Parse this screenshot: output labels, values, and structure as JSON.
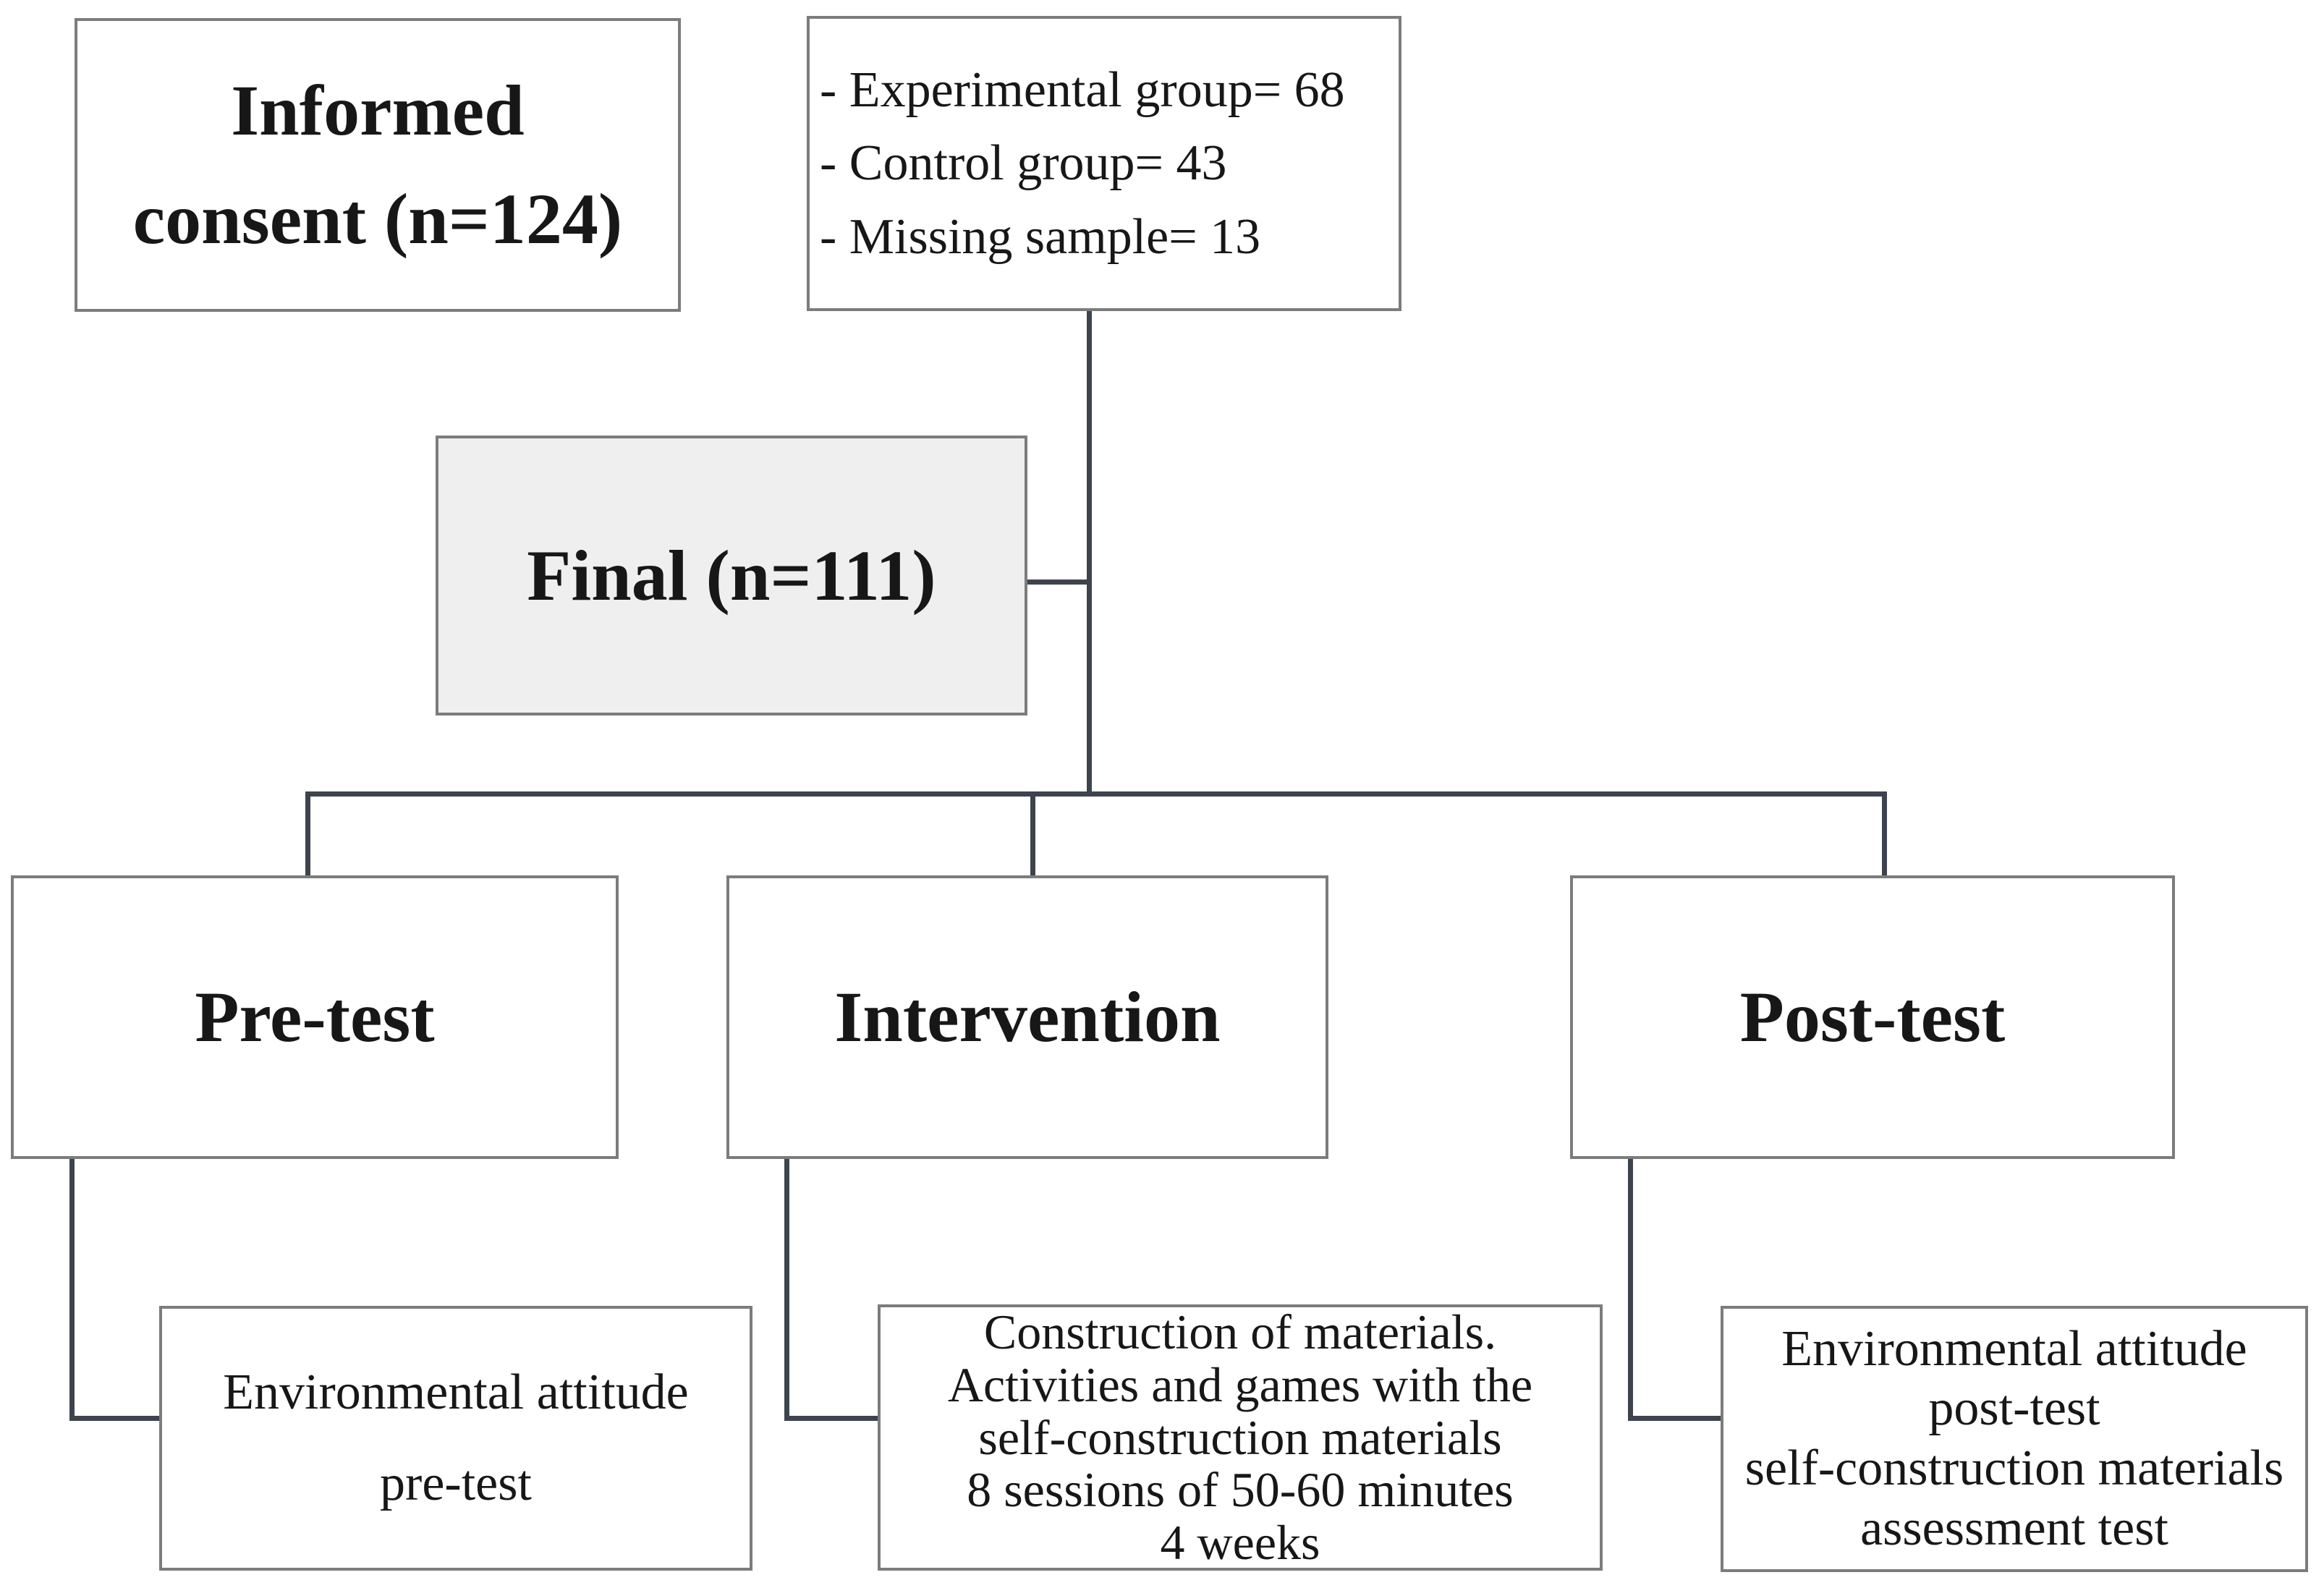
{
  "boxes": {
    "informed_consent": {
      "lines": [
        "Informed",
        "consent (n=124)"
      ]
    },
    "sample_groups": {
      "lines": [
        "- Experimental group= 68",
        "- Control group= 43",
        "- Missing sample= 13"
      ]
    },
    "final": {
      "label": "Final (n=111)"
    },
    "pre_test": {
      "label": "Pre-test"
    },
    "intervention": {
      "label": "Intervention"
    },
    "post_test": {
      "label": "Post-test"
    },
    "pre_test_detail": {
      "lines": [
        "Environmental attitude",
        "pre-test"
      ]
    },
    "intervention_detail": {
      "lines": [
        "Construction of materials.",
        "Activities and games with the",
        "self-construction materials",
        "8 sessions of 50-60 minutes",
        "4 weeks"
      ]
    },
    "post_test_detail": {
      "lines": [
        "Environmental attitude",
        "post-test",
        "self-construction materials",
        "assessment test"
      ]
    }
  },
  "colors": {
    "connector": "#3d444d",
    "box_border": "#7c7c7c",
    "final_fill": "#f0efef",
    "background": "#ffffff",
    "text": "#171717"
  }
}
